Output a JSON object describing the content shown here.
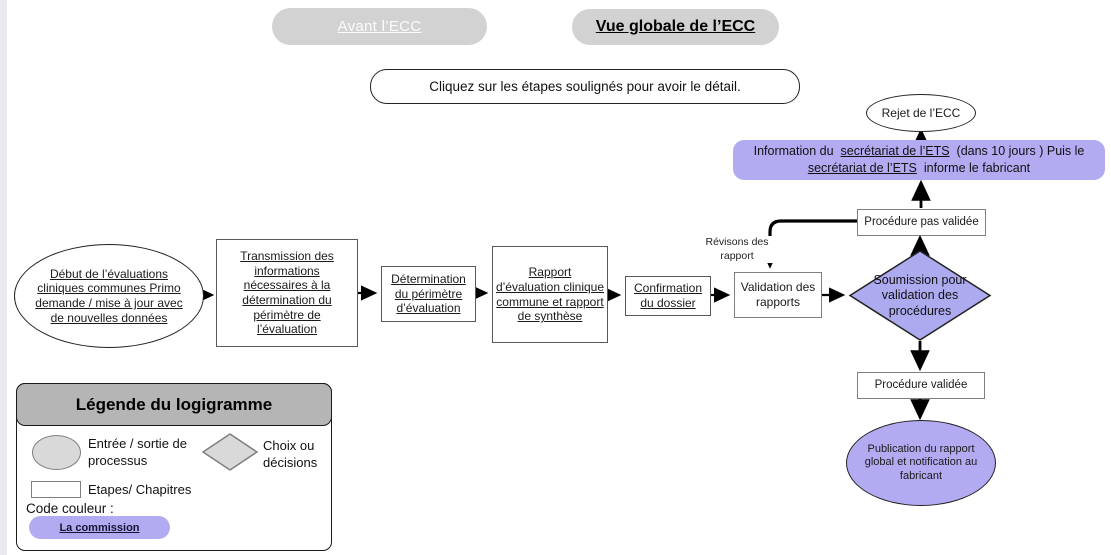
{
  "tabs": {
    "avant": "Avant l’ECC",
    "vue_globale": "Vue globale de l’ECC"
  },
  "instruction": "Cliquez sur les étapes soulignés  pour avoir le détail.",
  "colors": {
    "purple": "#b3abf2",
    "tab_gray": "#d2d2d2",
    "legend_header_gray": "#b5b5b5",
    "legend_shape_gray": "#d9d9d9"
  },
  "flow": {
    "start": "Début de l’évaluations cliniques communes Primo demande / mise à jour avec de nouvelles données",
    "transmission": "Transmission des informations nécessaires à la détermination du périmètre de l’évaluation",
    "perimetre": "Détermination du périmètre d’évaluation",
    "rapport": "Rapport d’évaluation clinique commune et rapport de synthèse",
    "confirmation": "Confirmation du dossier",
    "validation": "Validation des rapports",
    "soumission": "Soumission pour validation des procédures",
    "revision": "Révisons des rapport",
    "procedure_pas_validee": "Procédure pas validée",
    "procedure_validee": "Procédure validée",
    "rejet": "Rejet de l’ECC",
    "publication": "Publication du rapport global et notification au fabricant",
    "info_pre": "Information  du",
    "info_ets_link": "secrétariat de l’ETS",
    "info_mid": "(dans 10 jours ) Puis le",
    "info_post": "informe le fabricant"
  },
  "legend": {
    "title": "Légende du logigramme",
    "entree_sortie": "Entrée / sortie de processus",
    "choix": "Choix ou décisions",
    "etapes": "Etapes/ Chapitres",
    "code_couleur": "Code couleur :",
    "commission": "La commission"
  }
}
